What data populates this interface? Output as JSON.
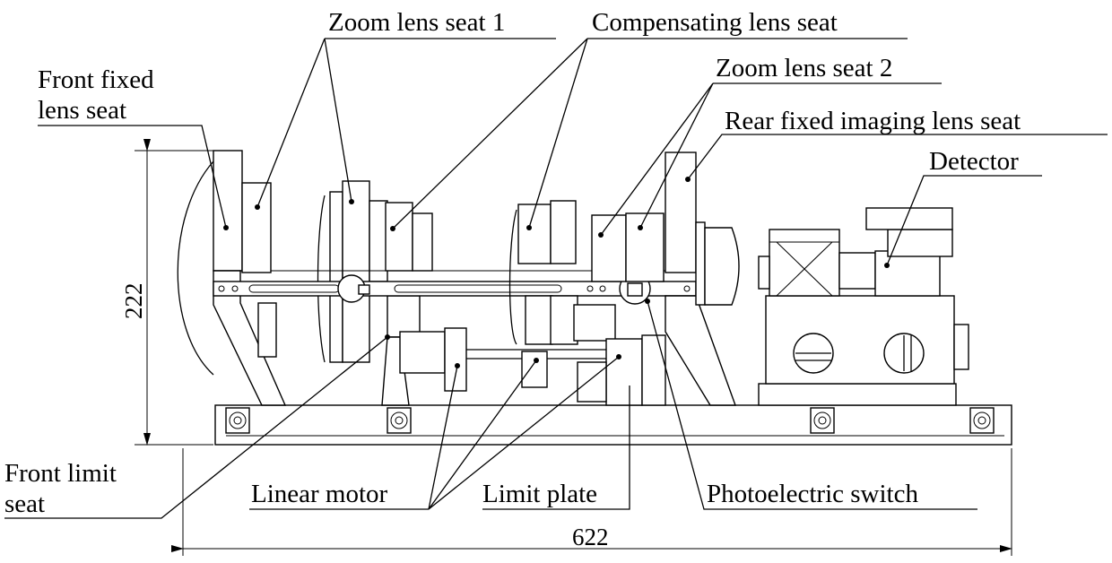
{
  "labels": {
    "zoom_lens_seat_1": "Zoom lens seat 1",
    "compensating_lens_seat": "Compensating lens seat",
    "front_fixed_line1": "Front fixed",
    "front_fixed_line2": "lens seat",
    "zoom_lens_seat_2": "Zoom lens seat 2",
    "rear_fixed_imaging_lens_seat": "Rear fixed imaging lens seat",
    "detector": "Detector",
    "front_limit_line1": "Front limit",
    "front_limit_line2": "seat",
    "linear_motor": "Linear motor",
    "limit_plate": "Limit plate",
    "photoelectric_switch": "Photoelectric switch"
  },
  "dimensions": {
    "height": "222",
    "width": "622"
  }
}
